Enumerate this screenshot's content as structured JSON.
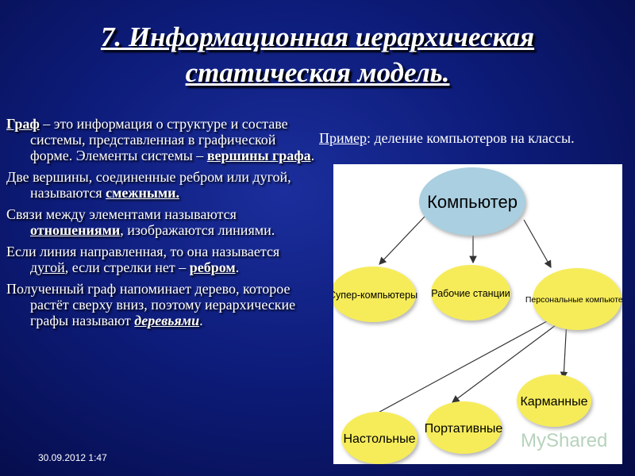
{
  "title": {
    "line1": "7. Информационная иерархическая",
    "line2": "статическая модель."
  },
  "paragraphs": {
    "p1": {
      "term": "Граф",
      "text1": " – это информация о структуре и составе системы, представленная в графической форме. Элементы системы – ",
      "term2": "вершины графа",
      "end": "."
    },
    "p2": {
      "text1": "Две вершины, соединенные ребром или дугой, называются ",
      "term": "смежными.",
      "end": ""
    },
    "p3": {
      "text1": "Связи между элементами называются ",
      "term": "отношениями",
      "text2": ", изображаются линиями."
    },
    "p4": {
      "text1": "Если линия направленная, то она называется ",
      "term": "дугой",
      "text2": ", если стрелки нет – ",
      "term2": "ребром",
      "end": "."
    },
    "p5": {
      "text1": "Полученный граф напоминает дерево, которое растёт сверху вниз, поэтому иерархические графы называют ",
      "term": "деревьями",
      "end": "."
    }
  },
  "example": {
    "word": "Пример",
    "text": ": деление компьютеров на классы."
  },
  "diagram": {
    "root": "Компьютер",
    "level1": [
      "Супер-компьютеры",
      "Рабочие станции",
      "Персональные компьютеры"
    ],
    "level2": [
      "Настольные",
      "Портативные",
      "Карманные"
    ],
    "watermark": "MyShared",
    "colors": {
      "root": "#a9cfe0",
      "leaf": "#f6ec5a"
    }
  },
  "date": "30.09.2012 1:47"
}
